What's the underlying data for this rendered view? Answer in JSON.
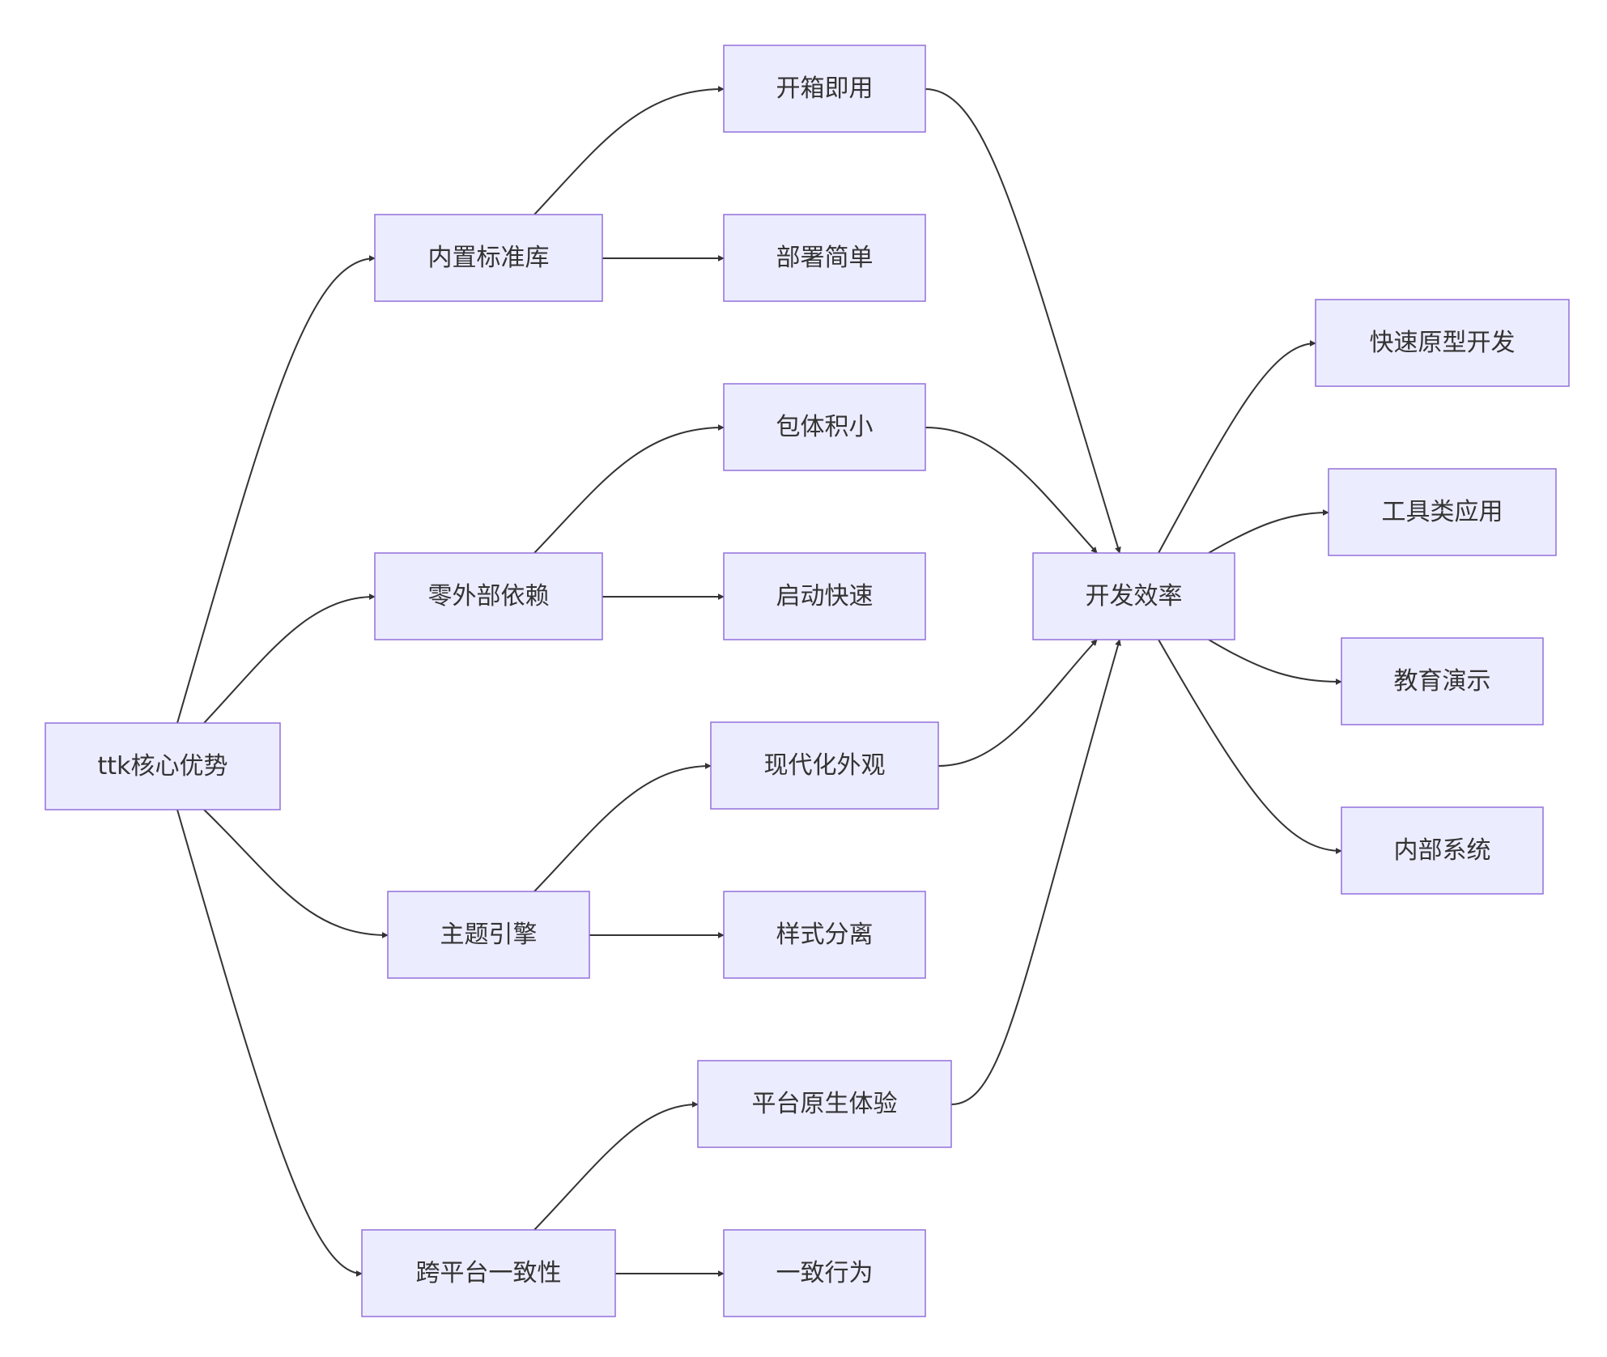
{
  "colors": {
    "node_fill": "#ececff",
    "node_stroke": "#9370db",
    "edge": "#333333",
    "text": "#333333",
    "background": "#ffffff"
  },
  "nodes": [
    {
      "id": "core",
      "label": "ttk核心优势"
    },
    {
      "id": "builtin",
      "label": "内置标准库"
    },
    {
      "id": "zerodep",
      "label": "零外部依赖"
    },
    {
      "id": "theme",
      "label": "主题引擎"
    },
    {
      "id": "crossplat",
      "label": "跨平台一致性"
    },
    {
      "id": "outofbox",
      "label": "开箱即用"
    },
    {
      "id": "deploy",
      "label": "部署简单"
    },
    {
      "id": "smallpkg",
      "label": "包体积小"
    },
    {
      "id": "faststart",
      "label": "启动快速"
    },
    {
      "id": "modern",
      "label": "现代化外观"
    },
    {
      "id": "stylesep",
      "label": "样式分离"
    },
    {
      "id": "native",
      "label": "平台原生体验"
    },
    {
      "id": "consistent",
      "label": "一致行为"
    },
    {
      "id": "devefficiency",
      "label": "开发效率"
    },
    {
      "id": "prototype",
      "label": "快速原型开发"
    },
    {
      "id": "tools",
      "label": "工具类应用"
    },
    {
      "id": "education",
      "label": "教育演示"
    },
    {
      "id": "internal",
      "label": "内部系统"
    }
  ],
  "edges": [
    {
      "from": "core",
      "to": "builtin"
    },
    {
      "from": "core",
      "to": "zerodep"
    },
    {
      "from": "core",
      "to": "theme"
    },
    {
      "from": "core",
      "to": "crossplat"
    },
    {
      "from": "builtin",
      "to": "outofbox"
    },
    {
      "from": "builtin",
      "to": "deploy"
    },
    {
      "from": "zerodep",
      "to": "smallpkg"
    },
    {
      "from": "zerodep",
      "to": "faststart"
    },
    {
      "from": "theme",
      "to": "modern"
    },
    {
      "from": "theme",
      "to": "stylesep"
    },
    {
      "from": "crossplat",
      "to": "native"
    },
    {
      "from": "crossplat",
      "to": "consistent"
    },
    {
      "from": "outofbox",
      "to": "devefficiency"
    },
    {
      "from": "smallpkg",
      "to": "devefficiency"
    },
    {
      "from": "modern",
      "to": "devefficiency"
    },
    {
      "from": "native",
      "to": "devefficiency"
    },
    {
      "from": "devefficiency",
      "to": "prototype"
    },
    {
      "from": "devefficiency",
      "to": "tools"
    },
    {
      "from": "devefficiency",
      "to": "education"
    },
    {
      "from": "devefficiency",
      "to": "internal"
    }
  ]
}
